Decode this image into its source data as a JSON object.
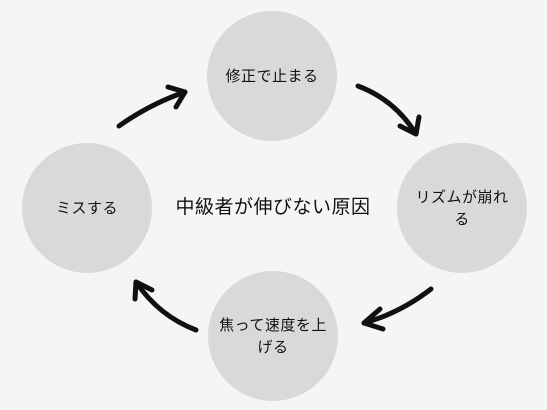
{
  "diagram": {
    "center_title": "中級者が伸びない原因",
    "nodes": {
      "top": "修正で止まる",
      "right": "リズムが崩れる",
      "bottom": "焦って速度を上げる",
      "left": "ミスする"
    },
    "colors": {
      "background": "#f5f5f5",
      "circle": "#d9d9d9",
      "arrow": "#111111",
      "text": "#111111"
    }
  }
}
